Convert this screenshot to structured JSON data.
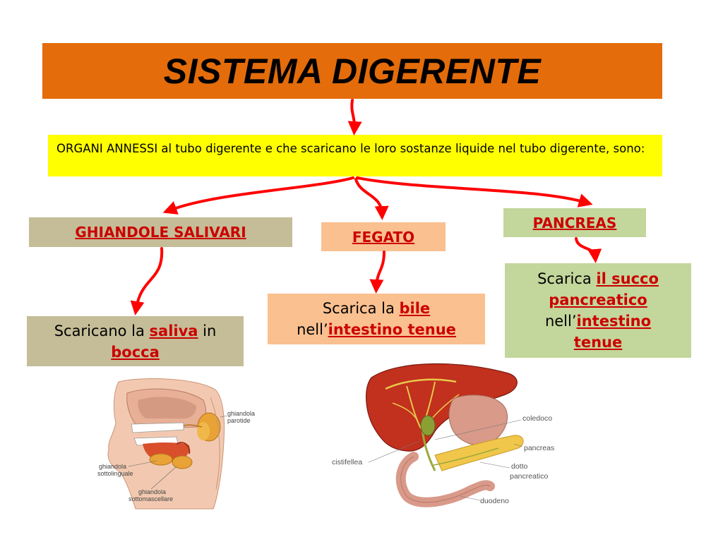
{
  "title": "SISTEMA DIGERENTE",
  "intro": "ORGANI ANNESSI al tubo digerente e che scaricano le loro sostanze liquide nel tubo digerente, sono:",
  "organs": {
    "salivari": "GHIANDOLE SALIVARI",
    "fegato": "FEGATO",
    "pancreas": "PANCREAS"
  },
  "salivari_desc": {
    "pre": "Scaricano la ",
    "key1": "saliva",
    "mid": " in",
    "key2": "bocca"
  },
  "fegato_desc": {
    "pre": "Scarica la ",
    "key1": "bile",
    "pre2": "nell’",
    "key2": "intestino tenue"
  },
  "pancreas_desc": {
    "pre": "Scarica ",
    "key1": "il succo",
    "key1b": "pancreatico",
    "pre2": "nell’",
    "key2": "intestino",
    "key2b": "tenue"
  },
  "mouth_labels": {
    "parotide_1": "ghiandola",
    "parotide_2": "parotide",
    "sottolinguale_1": "ghiandola",
    "sottolinguale_2": "sottolinguale",
    "sottomascellare_1": "ghiandola",
    "sottomascellare_2": "sottomascellare"
  },
  "liver_labels": {
    "coledoco": "coledoco",
    "pancreas": "pancreas",
    "dotto_1": "dotto",
    "dotto_2": "pancreatico",
    "cistifellea": "cistifellea",
    "duodeno": "duodeno"
  },
  "colors": {
    "title_bg": "#e46c0a",
    "intro_bg": "#ffff00",
    "salivari_bg": "#c4bd97",
    "fegato_bg": "#fac090",
    "pancreas_bg": "#c3d69b",
    "arrow": "#ff0000",
    "keyword": "#cc0000"
  }
}
